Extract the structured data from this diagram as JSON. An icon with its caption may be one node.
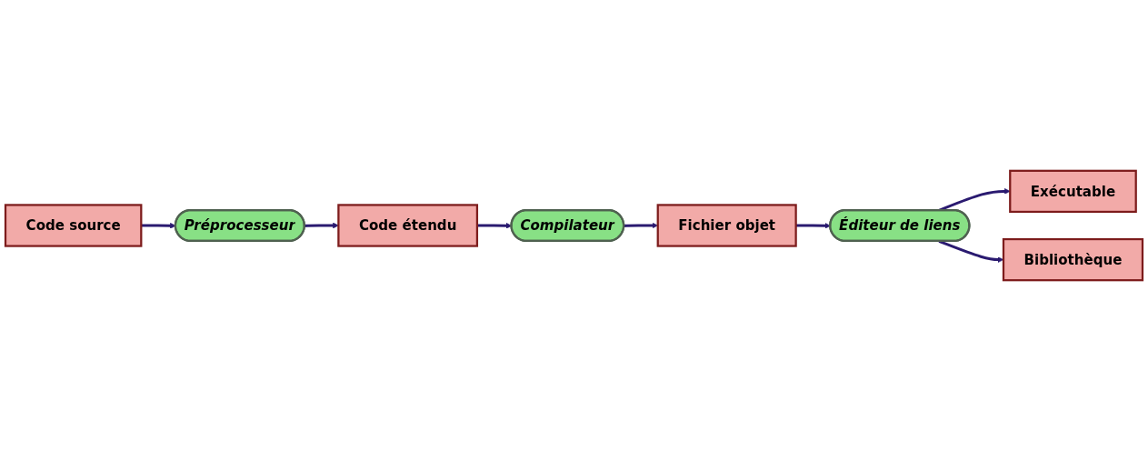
{
  "diagram": {
    "nodes": [
      {
        "text": [
          "Code source"
        ]
      },
      {
        "text": [
          "Préprocesseur"
        ]
      },
      {
        "text": [
          "Code étendu"
        ]
      },
      {
        "text": [
          "Compilateur"
        ]
      },
      {
        "text": [
          "Exécutable"
        ]
      },
      {
        "text": [
          "Éditeur de liens"
        ]
      },
      {
        "text": [
          "Fichier objet"
        ]
      },
      {
        "text": [
          "Bibliothèque"
        ]
      }
    ],
    "edges": [
      {
        "from": 0,
        "to": 1,
        "arrow": "to"
      },
      {
        "from": 1,
        "to": 2,
        "arrow": "to"
      },
      {
        "from": 2,
        "to": 3,
        "arrow": "to"
      },
      {
        "from": 3,
        "to": 6,
        "arrow": "to"
      },
      {
        "from": 6,
        "to": 5,
        "arrow": "to"
      },
      {
        "from": 5,
        "to": 4,
        "arrow": "to"
      },
      {
        "from": 5,
        "to": 7,
        "arrow": "to"
      }
    ]
  }
}
